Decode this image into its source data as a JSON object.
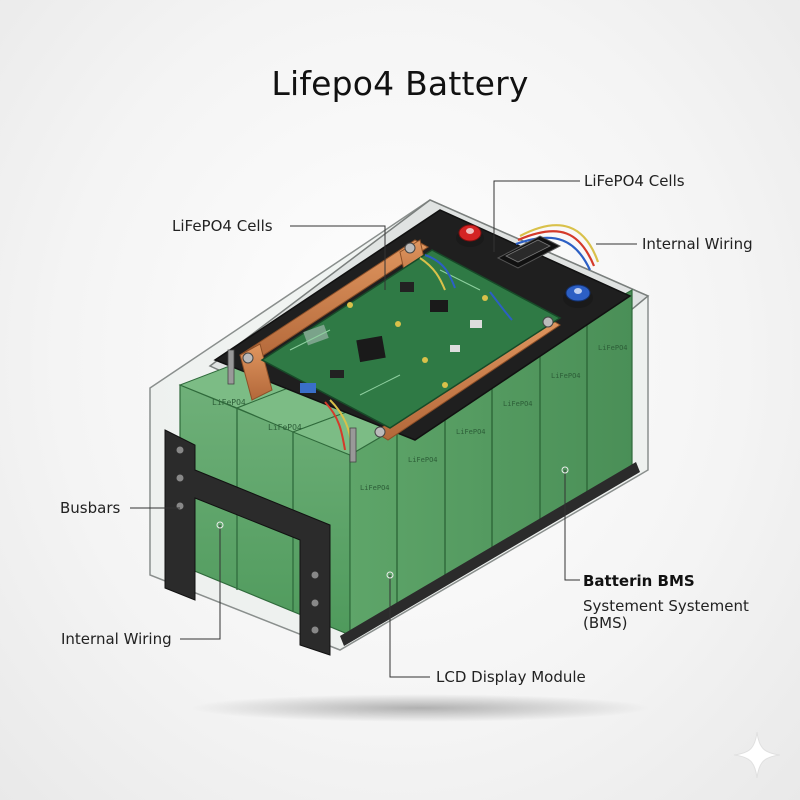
{
  "title": "Lifepo4 Battery",
  "labels": {
    "cells_top_right": "LiFePO4 Cells",
    "cells_left": "LiFePO4 Cells",
    "internal_wiring_right": "Internal Wiring",
    "busbars": "Busbars",
    "internal_wiring_left": "Internal Wiring",
    "bms_title": "Batterin BMS",
    "bms_line1": "Systement Systement",
    "bms_line2": "(BMS)",
    "lcd": "LCD Display Module"
  },
  "colors": {
    "cell_green": "#5ea569",
    "cell_green_dark": "#3f7f4c",
    "pcb_green": "#2f7a45",
    "busbar_copper": "#c97a45",
    "terminal_red": "#d42424",
    "terminal_blue": "#2c5fc4",
    "bracket_black": "#2b2b2b"
  },
  "icons": {
    "corner": "sparkle-icon"
  }
}
